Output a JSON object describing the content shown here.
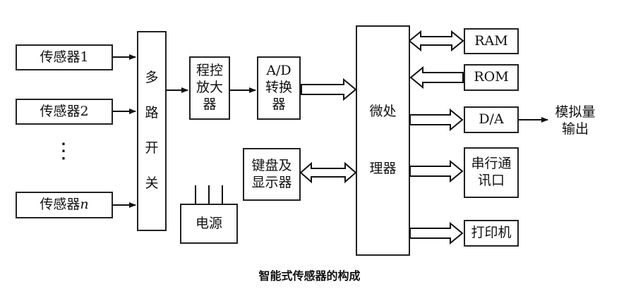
{
  "sensors": {
    "s1": "传感器1",
    "s2": "传感器2",
    "dots": "⋮",
    "sn": "传感器",
    "sn_var": "n"
  },
  "mux": {
    "chars": [
      "多",
      "路",
      "开",
      "关"
    ]
  },
  "amp": "程控放大器",
  "adc": {
    "line1": "A/D",
    "line2": "转换",
    "line3": "器"
  },
  "mcu": {
    "line1": "微处",
    "line2": "理器"
  },
  "keyboard": {
    "line1": "键盘及",
    "line2": "显示器"
  },
  "power": "电源",
  "ram": "RAM",
  "rom": "ROM",
  "dac": "D/A",
  "analog_out": {
    "line1": "模拟量",
    "line2": "输出"
  },
  "serial": {
    "line1": "串行通",
    "line2": "讯口"
  },
  "printer": "打印机",
  "caption": "智能式传感器的构成"
}
